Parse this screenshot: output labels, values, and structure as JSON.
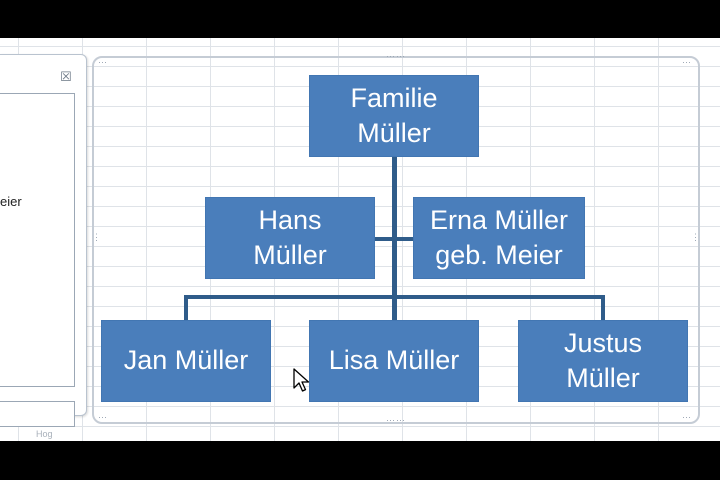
{
  "task_pane": {
    "close_glyph": "☒",
    "visible_text": "eier",
    "footer_label": "Hog"
  },
  "org_chart": {
    "root": "Familie\nMüller",
    "assistants": [
      "Hans\nMüller",
      "Erna Müller\ngeb. Meier"
    ],
    "children": [
      "Jan Müller",
      "Lisa Müller",
      "Justus\nMüller"
    ]
  },
  "colors": {
    "node_fill": "#4a7ebb",
    "connector": "#2f5c8a",
    "node_text": "#ffffff"
  },
  "icons": {
    "cursor": "mouse-pointer-icon",
    "close": "close-icon"
  }
}
